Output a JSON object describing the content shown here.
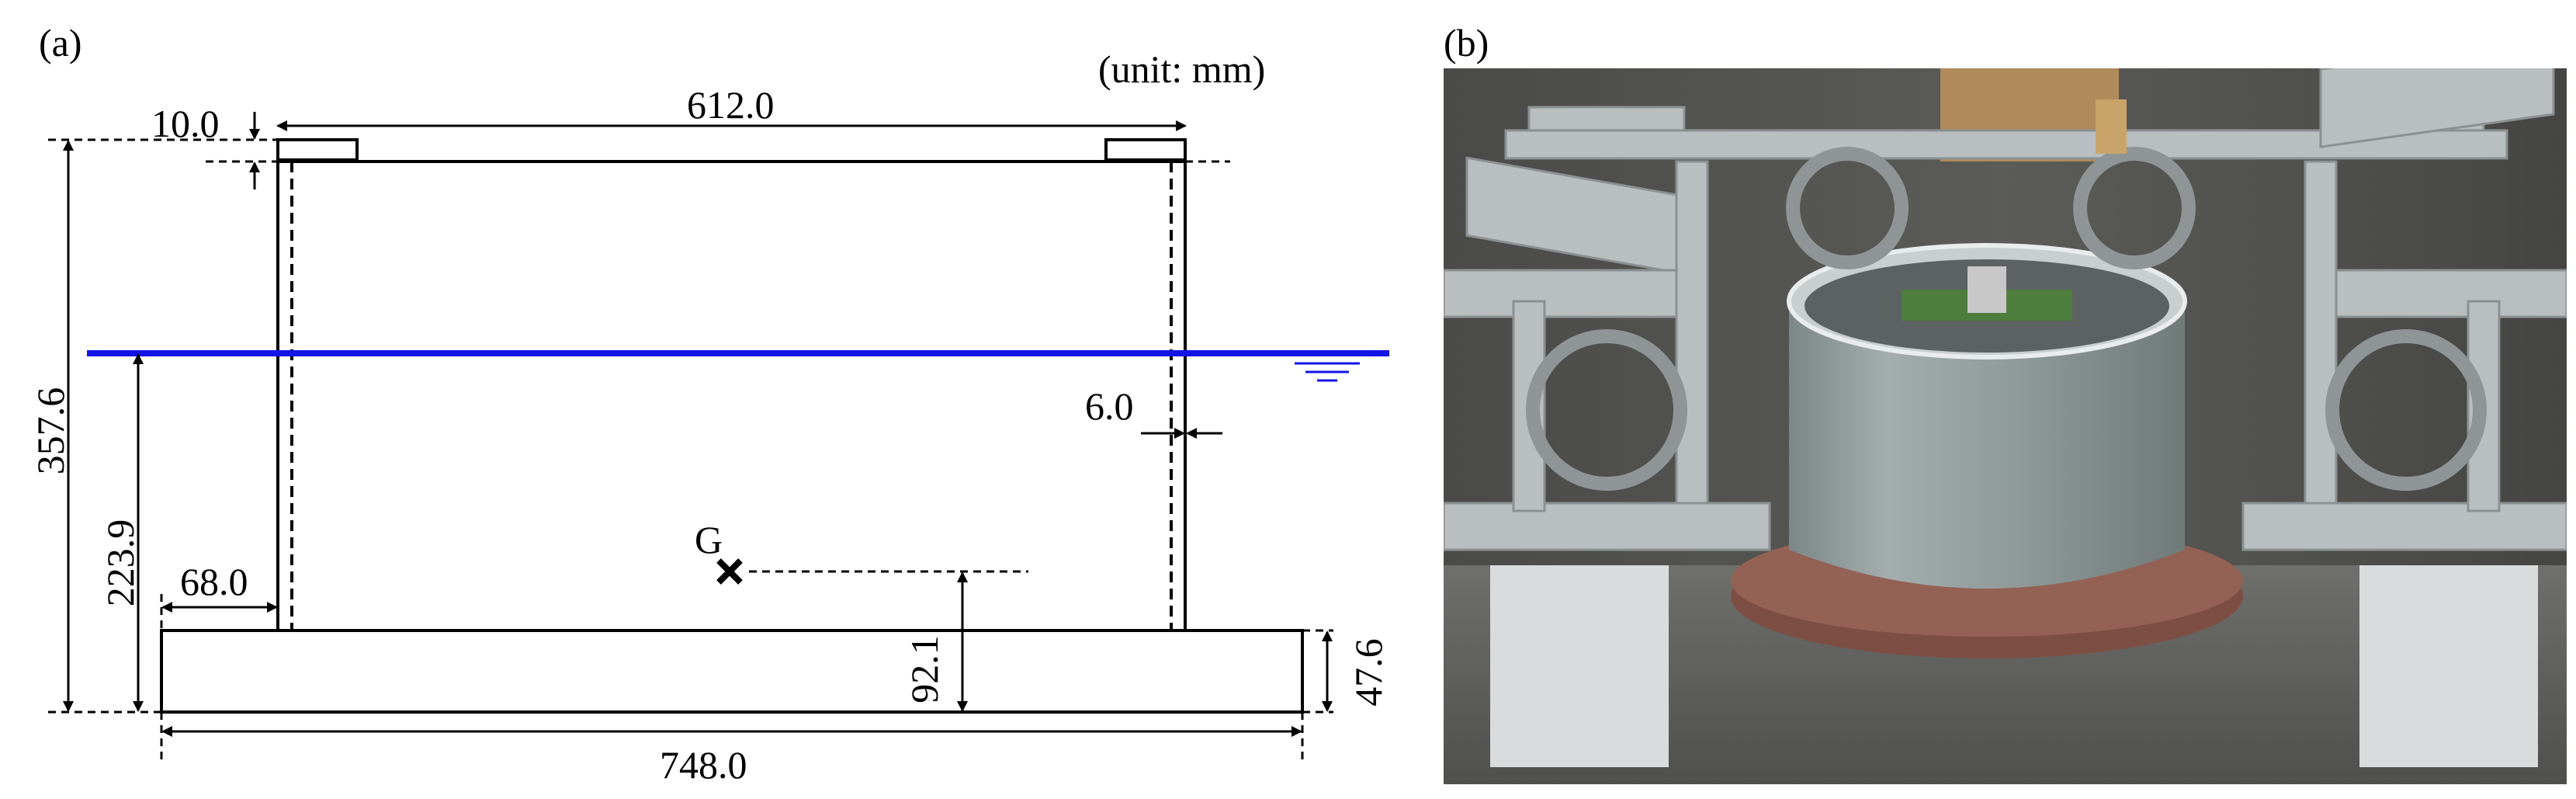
{
  "panel_a": {
    "label": "(a)",
    "unit_note": "(unit: mm)",
    "dims": {
      "top_width": "612.0",
      "lip_height": "10.0",
      "total_height": "357.6",
      "draft": "223.9",
      "wall_thickness": "6.0",
      "flange_overhang": "68.0",
      "cog_height": "92.1",
      "base_height": "47.6",
      "base_width": "748.0"
    },
    "cog_label": "G",
    "water_color": "#1414e6"
  },
  "panel_b": {
    "label": "(b)",
    "photo_subject": "cylindrical floating model on test rig"
  }
}
